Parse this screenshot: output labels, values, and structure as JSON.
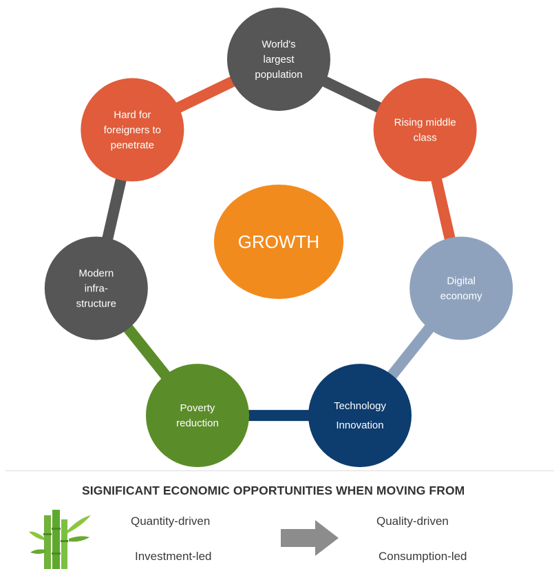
{
  "diagram": {
    "center": {
      "label": "GROWTH",
      "color": "#f28b1e"
    },
    "nodes": [
      {
        "id": "population",
        "lines": [
          "World's",
          "largest",
          "population"
        ],
        "color": "#565656"
      },
      {
        "id": "middle-class",
        "lines": [
          "Rising middle",
          "class"
        ],
        "color": "#e05c3a"
      },
      {
        "id": "digital",
        "lines": [
          "Digital",
          "economy"
        ],
        "color": "#8fa2bd"
      },
      {
        "id": "technology",
        "lines": [
          "Technology",
          "Innovation"
        ],
        "color": "#0d3c6e"
      },
      {
        "id": "poverty",
        "lines": [
          "Poverty",
          "reduction"
        ],
        "color": "#5b8c2a"
      },
      {
        "id": "infrastructure",
        "lines": [
          "Modern",
          "infra-",
          "structure"
        ],
        "color": "#565656"
      },
      {
        "id": "foreigners",
        "lines": [
          "Hard for",
          "foreigners to",
          "penetrate"
        ],
        "color": "#e05c3a"
      }
    ],
    "connector_colors": [
      "#565656",
      "#e05c3a",
      "#8fa2bd",
      "#0d3c6e",
      "#5b8c2a",
      "#565656",
      "#e05c3a"
    ]
  },
  "footer": {
    "heading": "SIGNIFICANT ECONOMIC OPPORTUNITIES WHEN MOVING FROM",
    "from": [
      "Quantity-driven",
      "Investment-led"
    ],
    "to": [
      "Quality-driven",
      "Consumption-led"
    ],
    "arrow_color": "#8c8c8c",
    "icon": "bamboo-icon"
  }
}
